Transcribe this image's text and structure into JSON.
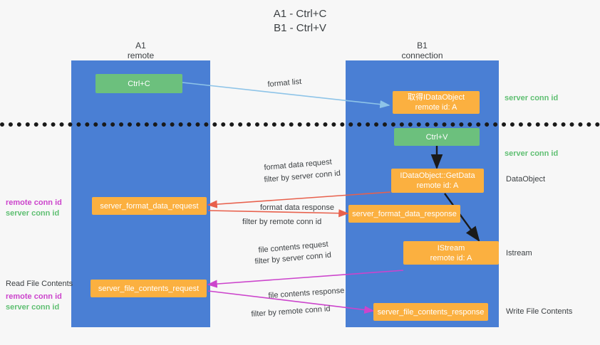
{
  "title": {
    "line1": "A1 - Ctrl+C",
    "line2": "B1 - Ctrl+V"
  },
  "columns": {
    "left": {
      "name": "A1",
      "role": "remote"
    },
    "right": {
      "name": "B1",
      "role": "connection"
    }
  },
  "boxes": {
    "ctrl_c": {
      "label": "Ctrl+C",
      "color": "#6cc07d"
    },
    "ctrl_v": {
      "label": "Ctrl+V",
      "color": "#6cc07d"
    },
    "idataobject_get": {
      "line1": "取得IDataObject",
      "line2": "remote id: A",
      "color": "#fbb040"
    },
    "idataobject_getdata": {
      "line1": "IDataObject::GetData",
      "line2": "remote id: A",
      "color": "#fbb040"
    },
    "istream": {
      "line1": "IStream",
      "line2": "remote id: A",
      "color": "#fbb040"
    },
    "server_format_data_request": {
      "label": "server_format_data_request",
      "color": "#fbb040"
    },
    "server_format_data_response": {
      "label": "server_format_data_response",
      "color": "#fbb040"
    },
    "server_file_contents_request": {
      "label": "server_file_contents_request",
      "color": "#fbb040"
    },
    "server_file_contents_response": {
      "label": "server_file_contents_response",
      "color": "#fbb040"
    }
  },
  "edge_labels": {
    "format_list": "format list",
    "format_data_request": "format data request",
    "format_data_request_filter_prefix": "filter by",
    "format_data_request_filter_key": "server conn id",
    "format_data_response": "format data response",
    "format_data_response_filter_prefix": "filter by",
    "format_data_response_filter_key": "remote conn id",
    "file_contents_request": "file contents request",
    "file_contents_request_filter_prefix": "filter by",
    "file_contents_request_filter_key": "server conn id",
    "file_contents_response": "file contents response",
    "file_contents_response_filter_prefix": "filter by",
    "file_contents_response_filter_key": "remote conn id"
  },
  "right_annotations": {
    "server_conn_id_top": "server conn id",
    "server_conn_id_mid": "server conn id",
    "dataobject": "DataObject",
    "istream": "Istream",
    "write_file_contents": "Write File Contents"
  },
  "left_annotations": {
    "remote_conn_id_1": "remote conn id",
    "server_conn_id_1": "server conn id",
    "read_file_contents": "Read File Contents",
    "remote_conn_id_2": "remote conn id",
    "server_conn_id_2": "server conn id"
  },
  "colors": {
    "lane": "#4a7fd4",
    "green": "#6cc07d",
    "orange": "#fbb040",
    "green_text": "#5fbf72",
    "magenta_text": "#cc44cc",
    "dark_text": "#3c4043",
    "background": "#f7f7f7",
    "arrow_blue": "#8ec4e8",
    "arrow_red": "#e8604c",
    "arrow_magenta": "#cc44cc",
    "arrow_black": "#1a1a1a"
  }
}
